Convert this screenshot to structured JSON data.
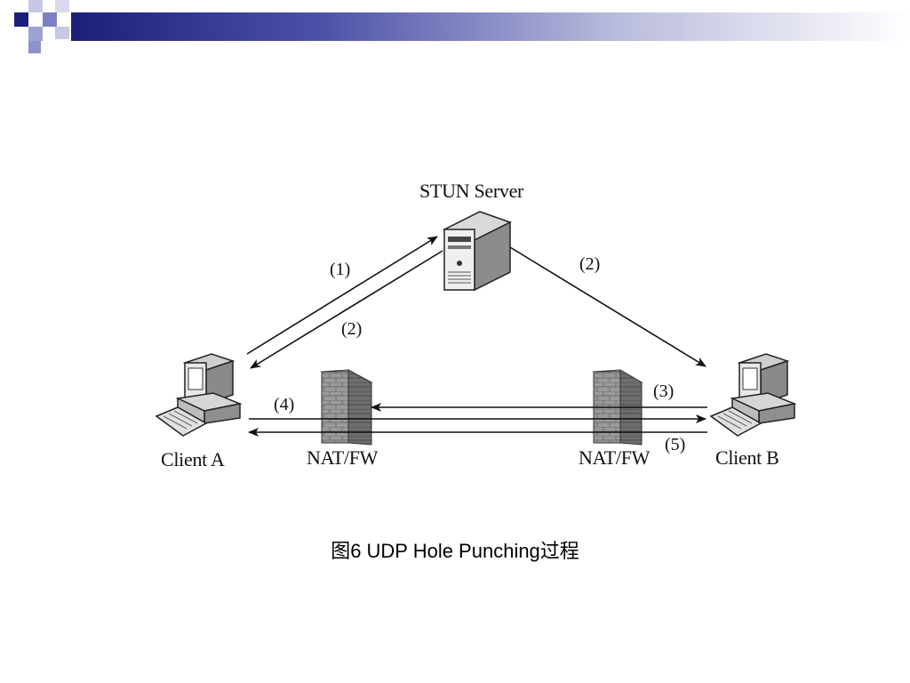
{
  "diagram": {
    "nodes": {
      "stun_server": "STUN Server",
      "client_a": "Client A",
      "client_b": "Client B",
      "nat_a": "NAT/FW",
      "nat_b": "NAT/FW"
    },
    "steps": {
      "s1": "(1)",
      "s2_to_a": "(2)",
      "s2_to_b": "(2)",
      "s3": "(3)",
      "s4": "(4)",
      "s5": "(5)"
    }
  },
  "caption": "图6 UDP Hole Punching过程",
  "colors": {
    "header_dark": "#1c1f7a",
    "header_mid": "#5a5fb0",
    "header_light": "#a9acd6"
  }
}
